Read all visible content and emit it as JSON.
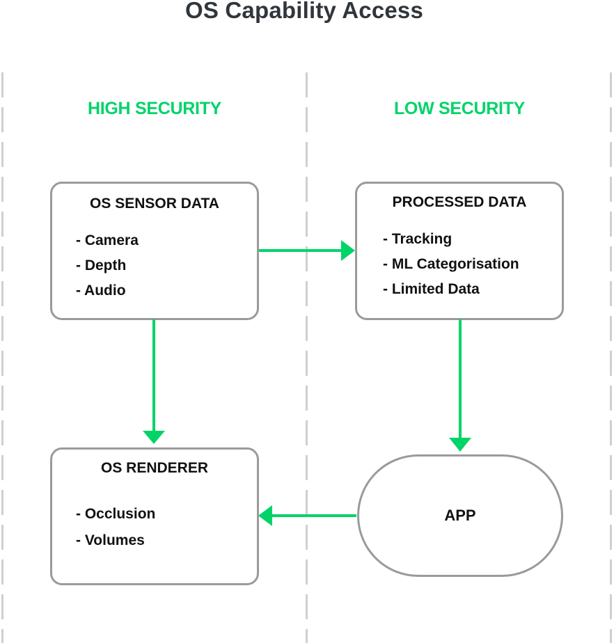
{
  "title": "OS Capability Access",
  "columns": [
    {
      "label": "HIGH SECURITY"
    },
    {
      "label": "LOW SECURITY"
    }
  ],
  "nodes": {
    "os_sensor_data": {
      "title": "OS SENSOR DATA",
      "items": [
        "- Camera",
        "- Depth",
        "- Audio"
      ]
    },
    "processed_data": {
      "title": "PROCESSED DATA",
      "items": [
        "- Tracking",
        "- ML Categorisation",
        "- Limited Data"
      ]
    },
    "os_renderer": {
      "title": "OS RENDERER",
      "items": [
        "- Occlusion",
        "- Volumes"
      ]
    },
    "app": {
      "title": "APP"
    }
  },
  "edges": [
    {
      "from": "OS SENSOR DATA",
      "to": "PROCESSED DATA"
    },
    {
      "from": "OS SENSOR DATA",
      "to": "OS RENDERER"
    },
    {
      "from": "PROCESSED DATA",
      "to": "APP"
    },
    {
      "from": "APP",
      "to": "OS RENDERER"
    }
  ],
  "colors": {
    "accent": "#00d468",
    "border": "#9a9a9a",
    "divider": "#cfcfcf",
    "title": "#30363b"
  }
}
